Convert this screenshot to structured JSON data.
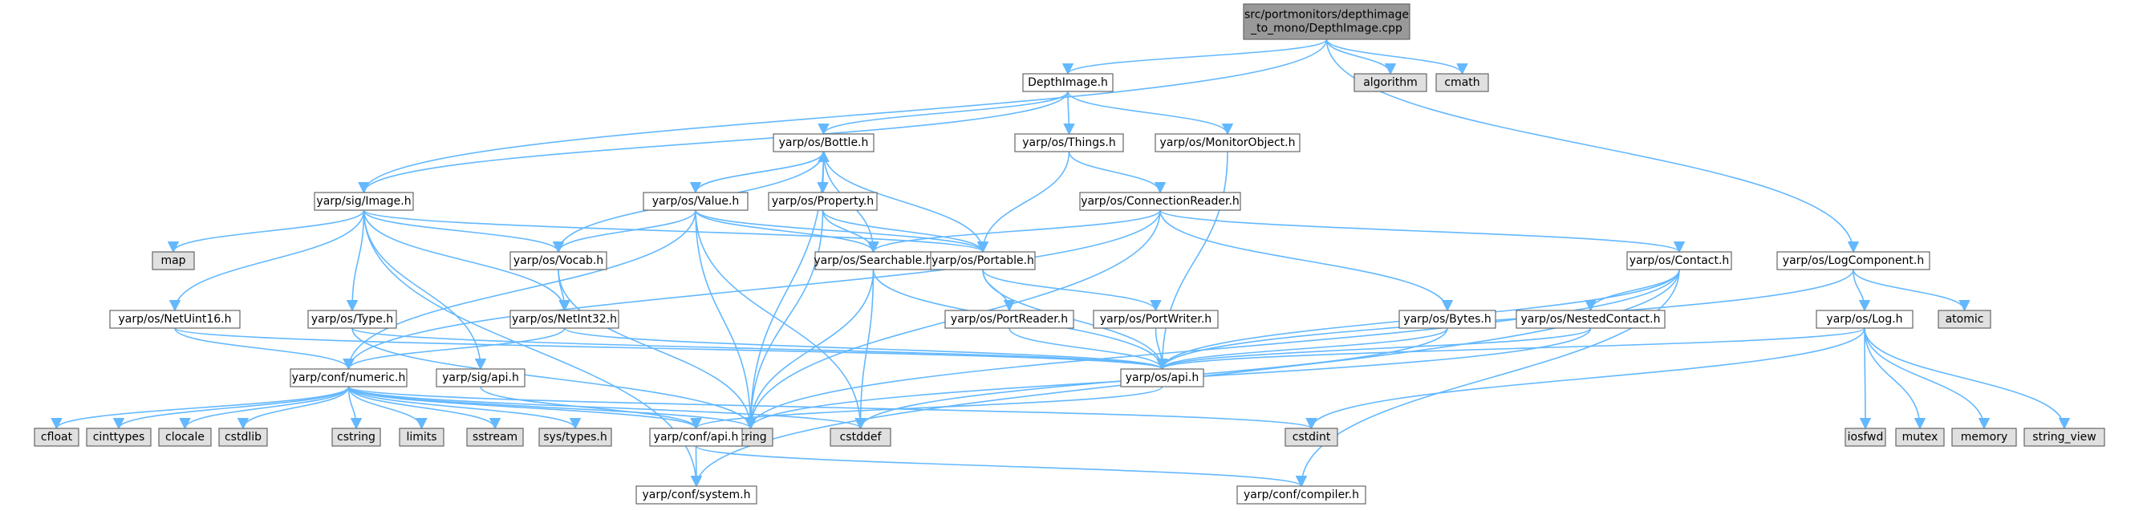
{
  "diagram": {
    "type": "include-dependency-graph",
    "colors": {
      "edge": "#63b8ff",
      "node_fill": "#ffffff",
      "root_fill": "#999999",
      "external_fill": "#e0e0e0",
      "node_border": "#666666"
    },
    "nodes": [
      {
        "id": "root",
        "lines": [
          "src/portmonitors/depthimage",
          "_to_mono/DepthImage.cpp"
        ],
        "kind": "root"
      },
      {
        "id": "DepthImage_h",
        "lines": [
          "DepthImage.h"
        ],
        "kind": "header"
      },
      {
        "id": "algorithm",
        "lines": [
          "algorithm"
        ],
        "kind": "external"
      },
      {
        "id": "cmath",
        "lines": [
          "cmath"
        ],
        "kind": "external"
      },
      {
        "id": "Bottle_h",
        "lines": [
          "yarp/os/Bottle.h"
        ],
        "kind": "header"
      },
      {
        "id": "Things_h",
        "lines": [
          "yarp/os/Things.h"
        ],
        "kind": "header"
      },
      {
        "id": "MonitorObject_h",
        "lines": [
          "yarp/os/MonitorObject.h"
        ],
        "kind": "header"
      },
      {
        "id": "Value_h",
        "lines": [
          "yarp/os/Value.h"
        ],
        "kind": "header"
      },
      {
        "id": "Property_h",
        "lines": [
          "yarp/os/Property.h"
        ],
        "kind": "header"
      },
      {
        "id": "ConnectionReader_h",
        "lines": [
          "yarp/os/ConnectionReader.h"
        ],
        "kind": "header"
      },
      {
        "id": "Image_h",
        "lines": [
          "yarp/sig/Image.h"
        ],
        "kind": "header"
      },
      {
        "id": "map",
        "lines": [
          "map"
        ],
        "kind": "external"
      },
      {
        "id": "Vocab_h",
        "lines": [
          "yarp/os/Vocab.h"
        ],
        "kind": "header"
      },
      {
        "id": "Searchable_h",
        "lines": [
          "yarp/os/Searchable.h"
        ],
        "kind": "header"
      },
      {
        "id": "Portable_h",
        "lines": [
          "yarp/os/Portable.h"
        ],
        "kind": "header"
      },
      {
        "id": "Contact_h",
        "lines": [
          "yarp/os/Contact.h"
        ],
        "kind": "header"
      },
      {
        "id": "LogComponent_h",
        "lines": [
          "yarp/os/LogComponent.h"
        ],
        "kind": "header"
      },
      {
        "id": "NetUint16_h",
        "lines": [
          "yarp/os/NetUint16.h"
        ],
        "kind": "header"
      },
      {
        "id": "Type_h",
        "lines": [
          "yarp/os/Type.h"
        ],
        "kind": "header"
      },
      {
        "id": "NetInt32_h",
        "lines": [
          "yarp/os/NetInt32.h"
        ],
        "kind": "header"
      },
      {
        "id": "PortReader_h",
        "lines": [
          "yarp/os/PortReader.h"
        ],
        "kind": "header"
      },
      {
        "id": "PortWriter_h",
        "lines": [
          "yarp/os/PortWriter.h"
        ],
        "kind": "header"
      },
      {
        "id": "Bytes_h",
        "lines": [
          "yarp/os/Bytes.h"
        ],
        "kind": "header"
      },
      {
        "id": "NestedContact_h",
        "lines": [
          "yarp/os/NestedContact.h"
        ],
        "kind": "header"
      },
      {
        "id": "Log_h",
        "lines": [
          "yarp/os/Log.h"
        ],
        "kind": "header"
      },
      {
        "id": "atomic",
        "lines": [
          "atomic"
        ],
        "kind": "external"
      },
      {
        "id": "numeric_h",
        "lines": [
          "yarp/conf/numeric.h"
        ],
        "kind": "header"
      },
      {
        "id": "sigapi_h",
        "lines": [
          "yarp/sig/api.h"
        ],
        "kind": "header"
      },
      {
        "id": "osapi_h",
        "lines": [
          "yarp/os/api.h"
        ],
        "kind": "header"
      },
      {
        "id": "iosfwd",
        "lines": [
          "iosfwd"
        ],
        "kind": "external"
      },
      {
        "id": "mutex",
        "lines": [
          "mutex"
        ],
        "kind": "external"
      },
      {
        "id": "memory",
        "lines": [
          "memory"
        ],
        "kind": "external"
      },
      {
        "id": "string_view",
        "lines": [
          "string_view"
        ],
        "kind": "external"
      },
      {
        "id": "cfloat",
        "lines": [
          "cfloat"
        ],
        "kind": "external"
      },
      {
        "id": "cinttypes",
        "lines": [
          "cinttypes"
        ],
        "kind": "external"
      },
      {
        "id": "clocale",
        "lines": [
          "clocale"
        ],
        "kind": "external"
      },
      {
        "id": "cstdlib",
        "lines": [
          "cstdlib"
        ],
        "kind": "external"
      },
      {
        "id": "cstring",
        "lines": [
          "cstring"
        ],
        "kind": "external"
      },
      {
        "id": "limits",
        "lines": [
          "limits"
        ],
        "kind": "external"
      },
      {
        "id": "sstream",
        "lines": [
          "sstream"
        ],
        "kind": "external"
      },
      {
        "id": "systypes_h",
        "lines": [
          "sys/types.h"
        ],
        "kind": "external"
      },
      {
        "id": "string",
        "lines": [
          "string"
        ],
        "kind": "external"
      },
      {
        "id": "cstddef",
        "lines": [
          "cstddef"
        ],
        "kind": "external"
      },
      {
        "id": "cstdint",
        "lines": [
          "cstdint"
        ],
        "kind": "external"
      },
      {
        "id": "confapi_h",
        "lines": [
          "yarp/conf/api.h"
        ],
        "kind": "header"
      },
      {
        "id": "system_h",
        "lines": [
          "yarp/conf/system.h"
        ],
        "kind": "header"
      },
      {
        "id": "compiler_h",
        "lines": [
          "yarp/conf/compiler.h"
        ],
        "kind": "header"
      }
    ],
    "edges": [
      [
        "root",
        "DepthImage_h"
      ],
      [
        "root",
        "algorithm"
      ],
      [
        "root",
        "cmath"
      ],
      [
        "root",
        "Image_h"
      ],
      [
        "root",
        "LogComponent_h"
      ],
      [
        "DepthImage_h",
        "Bottle_h"
      ],
      [
        "DepthImage_h",
        "Things_h"
      ],
      [
        "DepthImage_h",
        "MonitorObject_h"
      ],
      [
        "DepthImage_h",
        "Image_h"
      ],
      [
        "Bottle_h",
        "Value_h"
      ],
      [
        "Bottle_h",
        "Property_h"
      ],
      [
        "Bottle_h",
        "Searchable_h"
      ],
      [
        "Bottle_h",
        "Portable_h"
      ],
      [
        "Bottle_h",
        "Vocab_h"
      ],
      [
        "Bottle_h",
        "string"
      ],
      [
        "Value_h",
        "Bottle_h"
      ],
      [
        "Value_h",
        "Vocab_h"
      ],
      [
        "Value_h",
        "Searchable_h"
      ],
      [
        "Value_h",
        "Portable_h"
      ],
      [
        "Value_h",
        "numeric_h"
      ],
      [
        "Value_h",
        "string"
      ],
      [
        "Value_h",
        "cstddef"
      ],
      [
        "Property_h",
        "Bottle_h"
      ],
      [
        "Property_h",
        "Searchable_h"
      ],
      [
        "Property_h",
        "Portable_h"
      ],
      [
        "Property_h",
        "string"
      ],
      [
        "Things_h",
        "ConnectionReader_h"
      ],
      [
        "Things_h",
        "Portable_h"
      ],
      [
        "MonitorObject_h",
        "osapi_h"
      ],
      [
        "ConnectionReader_h",
        "Searchable_h"
      ],
      [
        "ConnectionReader_h",
        "Contact_h"
      ],
      [
        "ConnectionReader_h",
        "Bytes_h"
      ],
      [
        "ConnectionReader_h",
        "numeric_h"
      ],
      [
        "ConnectionReader_h",
        "string"
      ],
      [
        "Image_h",
        "map"
      ],
      [
        "Image_h",
        "Vocab_h"
      ],
      [
        "Image_h",
        "NetUint16_h"
      ],
      [
        "Image_h",
        "Type_h"
      ],
      [
        "Image_h",
        "NetInt32_h"
      ],
      [
        "Image_h",
        "sigapi_h"
      ],
      [
        "Image_h",
        "Portable_h"
      ],
      [
        "Image_h",
        "system_h"
      ],
      [
        "Vocab_h",
        "NetInt32_h"
      ],
      [
        "Vocab_h",
        "string"
      ],
      [
        "Searchable_h",
        "osapi_h"
      ],
      [
        "Searchable_h",
        "string"
      ],
      [
        "Searchable_h",
        "cstddef"
      ],
      [
        "Portable_h",
        "PortReader_h"
      ],
      [
        "Portable_h",
        "PortWriter_h"
      ],
      [
        "Portable_h",
        "osapi_h"
      ],
      [
        "Contact_h",
        "NestedContact_h"
      ],
      [
        "Contact_h",
        "osapi_h"
      ],
      [
        "Contact_h",
        "string"
      ],
      [
        "Contact_h",
        "system_h"
      ],
      [
        "Contact_h",
        "compiler_h"
      ],
      [
        "LogComponent_h",
        "Log_h"
      ],
      [
        "LogComponent_h",
        "atomic"
      ],
      [
        "LogComponent_h",
        "osapi_h"
      ],
      [
        "NetUint16_h",
        "numeric_h"
      ],
      [
        "NetUint16_h",
        "osapi_h"
      ],
      [
        "Type_h",
        "osapi_h"
      ],
      [
        "Type_h",
        "string"
      ],
      [
        "NetInt32_h",
        "numeric_h"
      ],
      [
        "NetInt32_h",
        "osapi_h"
      ],
      [
        "PortReader_h",
        "osapi_h"
      ],
      [
        "PortWriter_h",
        "osapi_h"
      ],
      [
        "Bytes_h",
        "osapi_h"
      ],
      [
        "Bytes_h",
        "cstddef"
      ],
      [
        "NestedContact_h",
        "osapi_h"
      ],
      [
        "NestedContact_h",
        "string"
      ],
      [
        "Log_h",
        "osapi_h"
      ],
      [
        "Log_h",
        "iosfwd"
      ],
      [
        "Log_h",
        "mutex"
      ],
      [
        "Log_h",
        "memory"
      ],
      [
        "Log_h",
        "string_view"
      ],
      [
        "Log_h",
        "cstdint"
      ],
      [
        "numeric_h",
        "cfloat"
      ],
      [
        "numeric_h",
        "cinttypes"
      ],
      [
        "numeric_h",
        "clocale"
      ],
      [
        "numeric_h",
        "cstdlib"
      ],
      [
        "numeric_h",
        "cstring"
      ],
      [
        "numeric_h",
        "limits"
      ],
      [
        "numeric_h",
        "sstream"
      ],
      [
        "numeric_h",
        "systypes_h"
      ],
      [
        "numeric_h",
        "string"
      ],
      [
        "numeric_h",
        "cstddef"
      ],
      [
        "numeric_h",
        "cstdint"
      ],
      [
        "numeric_h",
        "confapi_h"
      ],
      [
        "sigapi_h",
        "confapi_h"
      ],
      [
        "osapi_h",
        "confapi_h"
      ],
      [
        "confapi_h",
        "system_h"
      ],
      [
        "confapi_h",
        "compiler_h"
      ]
    ]
  }
}
